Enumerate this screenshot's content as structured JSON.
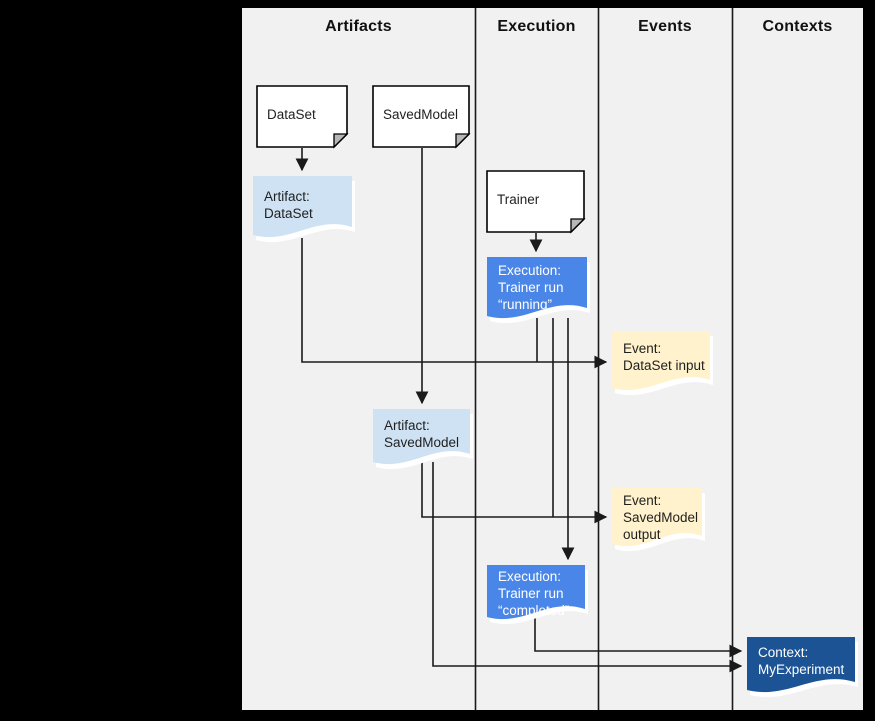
{
  "columns": [
    {
      "label": "Artifacts"
    },
    {
      "label": "Execution"
    },
    {
      "label": "Events"
    },
    {
      "label": "Contexts"
    }
  ],
  "nodes": {
    "dataset_note": {
      "label": "DataSet"
    },
    "savedmodel_note": {
      "label": "SavedModel"
    },
    "trainer_note": {
      "label": "Trainer"
    },
    "artifact_dataset": {
      "lines": [
        "Artifact:",
        "DataSet"
      ]
    },
    "execution_running": {
      "lines": [
        "Execution:",
        "Trainer run",
        "“running”"
      ]
    },
    "event_dataset_input": {
      "lines": [
        "Event:",
        "DataSet input"
      ]
    },
    "artifact_savedmodel": {
      "lines": [
        "Artifact:",
        "SavedModel"
      ]
    },
    "event_savedmodel_output": {
      "lines": [
        "Event:",
        "SavedModel",
        "output"
      ]
    },
    "execution_completed": {
      "lines": [
        "Execution:",
        "Trainer run",
        "“completed”"
      ]
    },
    "context_myexperiment": {
      "lines": [
        "Context:",
        "MyExperiment"
      ]
    }
  },
  "colors": {
    "page_background": "#000000",
    "canvas_background": "#f1f1f1",
    "artifact_fill": "#cfe2f3",
    "execution_fill": "#4a86e8",
    "event_fill": "#fff2cc",
    "context_fill": "#1b5394",
    "connector_line": "#1a1a1a"
  }
}
